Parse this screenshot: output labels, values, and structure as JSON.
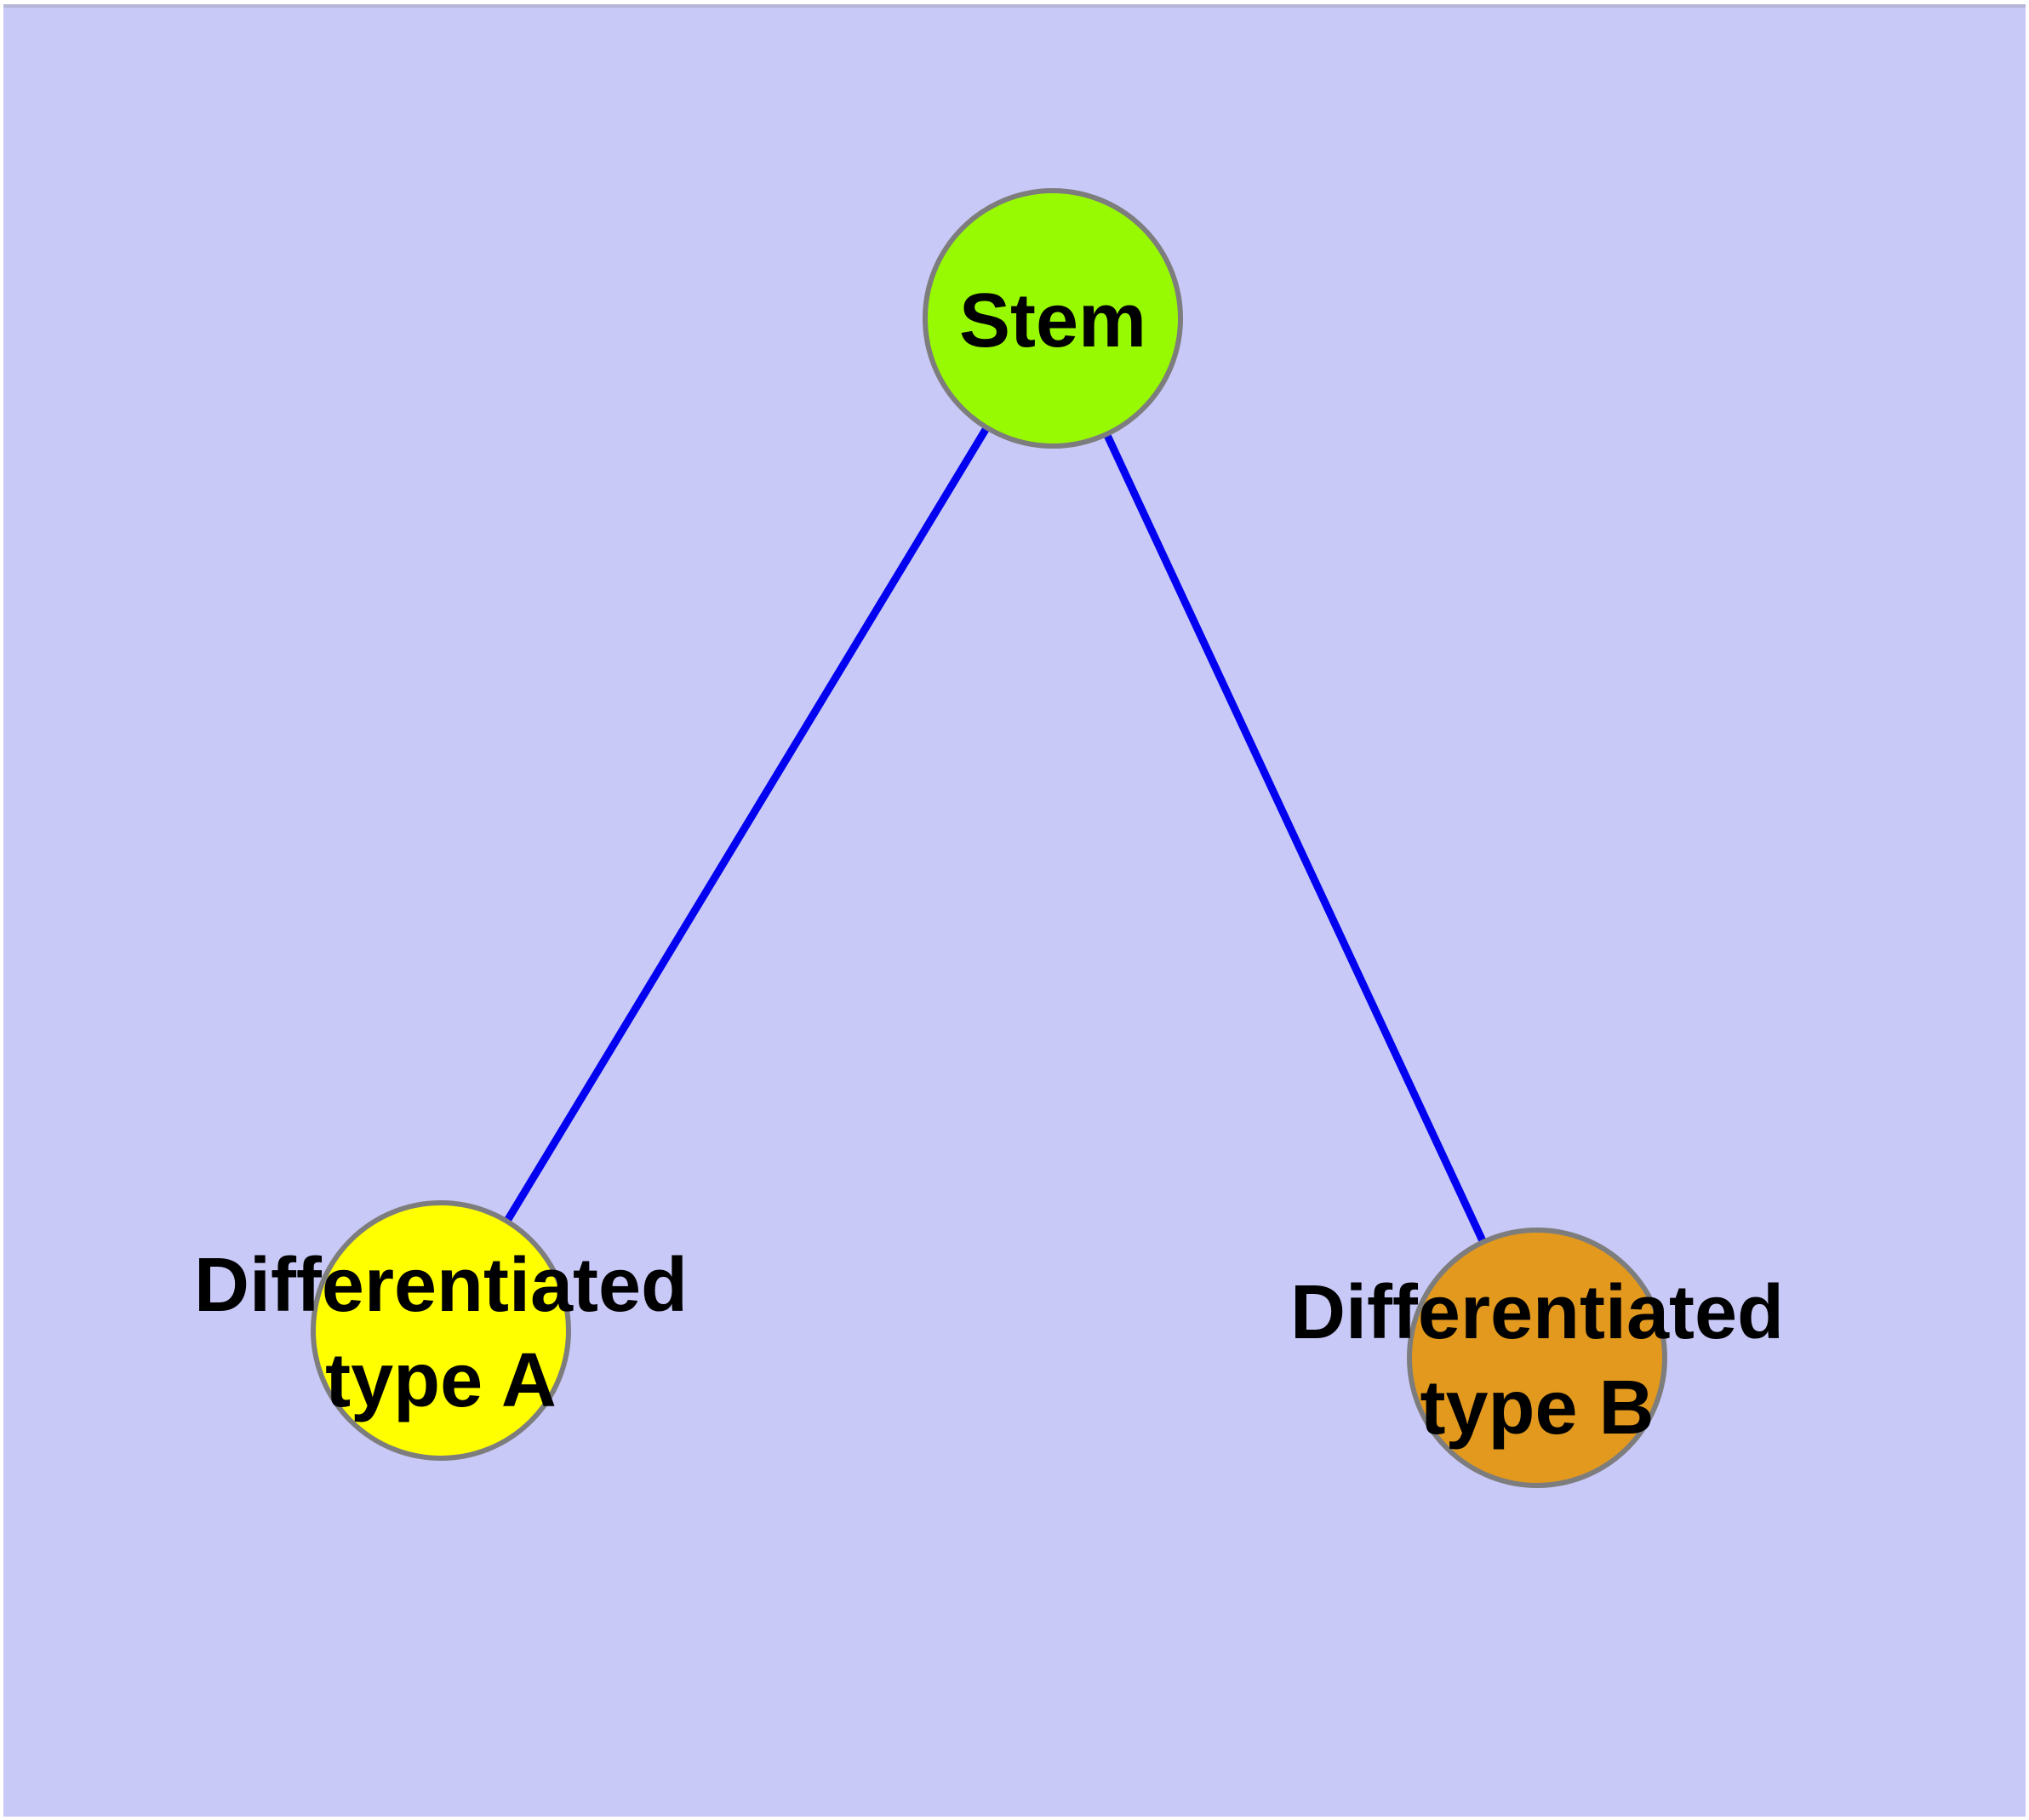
{
  "diagram": {
    "title": "",
    "background_color": "#c9c9f8",
    "frame_color": "#ffffff",
    "top_edge_line_color": "#b6b6d6",
    "edge_color": "#0202f0",
    "node_border_color": "#7d7d7d",
    "label_text_color": "#000000",
    "nodes": {
      "stem": {
        "label": "Stem",
        "color": "#98fa02"
      },
      "type_a": {
        "label": "Differentiated type A",
        "label_line1": "Differentiated",
        "label_line2": "type A",
        "color": "#ffff00"
      },
      "type_b": {
        "label": "Differentiated type B",
        "label_line1": "Differentiated",
        "label_line2": "type B",
        "color": "#e2991e"
      }
    },
    "edges": [
      {
        "from": "Stem",
        "to": "Differentiated type A"
      },
      {
        "from": "Stem",
        "to": "Differentiated type B"
      }
    ]
  }
}
